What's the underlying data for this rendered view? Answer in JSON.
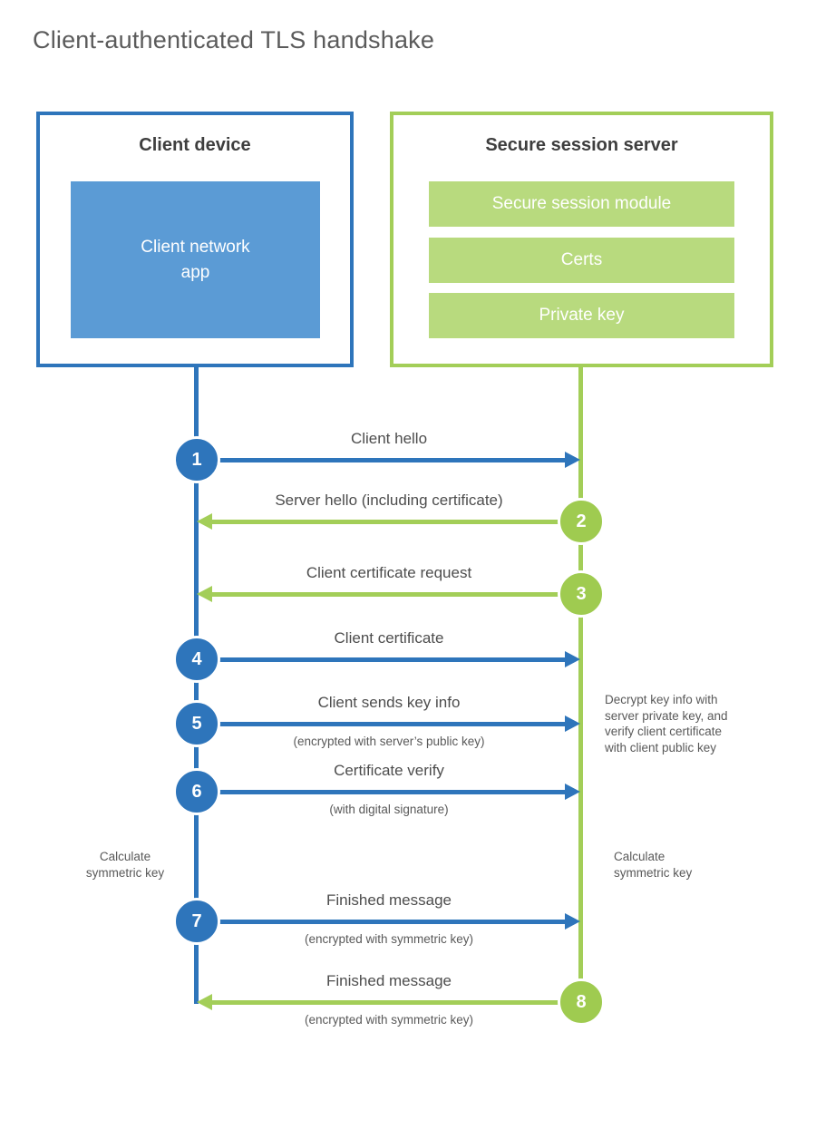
{
  "title": "Client-authenticated TLS handshake",
  "colors": {
    "blue": "#2e75bb",
    "blue_fill": "#5b9bd5",
    "green": "#a3ce58",
    "green_fill": "#b8da7e"
  },
  "client_box": {
    "title": "Client device",
    "app_label": "Client network\napp"
  },
  "server_box": {
    "title": "Secure session server",
    "modules": [
      "Secure session module",
      "Certs",
      "Private key"
    ]
  },
  "messages": [
    {
      "num": "1",
      "from": "client",
      "direction": "client-to-server",
      "label": "Client hello",
      "sub": ""
    },
    {
      "num": "2",
      "from": "server",
      "direction": "server-to-client",
      "label": "Server hello (including certificate)",
      "sub": ""
    },
    {
      "num": "3",
      "from": "server",
      "direction": "server-to-client",
      "label": "Client certificate request",
      "sub": ""
    },
    {
      "num": "4",
      "from": "client",
      "direction": "client-to-server",
      "label": "Client certificate",
      "sub": ""
    },
    {
      "num": "5",
      "from": "client",
      "direction": "client-to-server",
      "label": "Client sends key info",
      "sub": "(encrypted with server’s public key)"
    },
    {
      "num": "6",
      "from": "client",
      "direction": "client-to-server",
      "label": "Certificate verify",
      "sub": "(with digital signature)"
    },
    {
      "num": "7",
      "from": "client",
      "direction": "client-to-server",
      "label": "Finished message",
      "sub": "(encrypted with symmetric key)"
    },
    {
      "num": "8",
      "from": "server",
      "direction": "server-to-client",
      "label": "Finished message",
      "sub": "(encrypted with symmetric key)"
    }
  ],
  "annotations": {
    "decrypt_note": "Decrypt key info with\nserver private key, and\nverify client certificate\nwith client public key",
    "calc_left": "Calculate\nsymmetric key",
    "calc_right": "Calculate\nsymmetric key"
  }
}
